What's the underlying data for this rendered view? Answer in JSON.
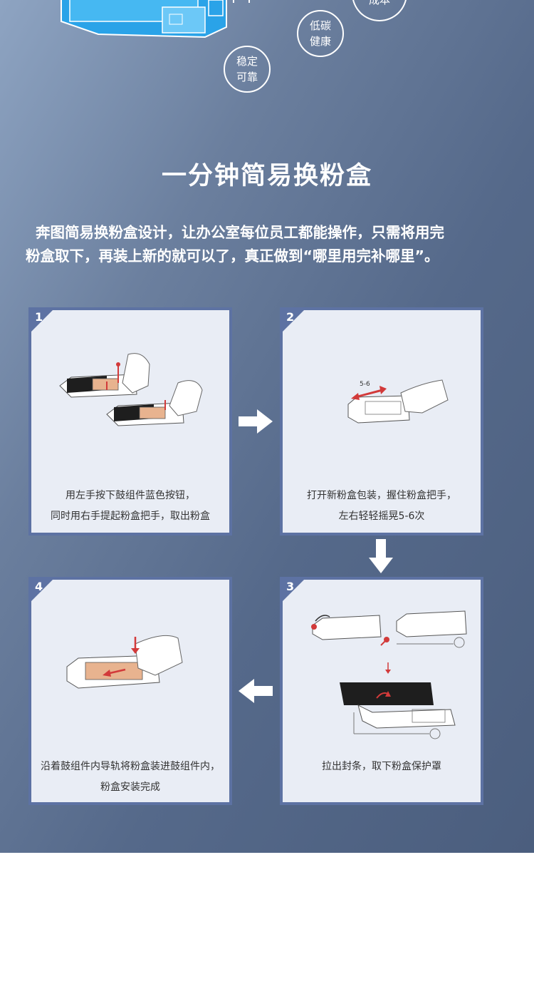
{
  "top_badges": [
    {
      "lines": [
        "成本"
      ]
    },
    {
      "lines": [
        "低碳",
        "健康"
      ]
    },
    {
      "lines": [
        "稳定",
        "可靠"
      ]
    }
  ],
  "headline": "一分钟简易换粉盒",
  "intro": {
    "line1": "奔图简易换粉盒设计，让办公室每位员工都能操作，只需将用完",
    "line2": "粉盒取下，再装上新的就可以了，真正做到“哪里用完补哪里”。"
  },
  "steps": [
    {
      "number": "1",
      "caption_lines": [
        "用左手按下鼓组件蓝色按钮，",
        "同时用右手提起粉盒把手，取出粉盒"
      ]
    },
    {
      "number": "2",
      "caption_lines": [
        "打开新粉盒包装，握住粉盒把手，",
        "左右轻轻摇晃5-6次"
      ],
      "shake_label": "5-6"
    },
    {
      "number": "3",
      "caption_lines": [
        "拉出封条，取下粉盒保护罩"
      ]
    },
    {
      "number": "4",
      "caption_lines": [
        "沿着鼓组件内导轨将粉盒装进鼓组件内，",
        "粉盒安装完成"
      ]
    }
  ],
  "colors": {
    "card_border": "#5d72a3",
    "card_bg": "#e9edf5",
    "accent_red": "#d23a3a"
  }
}
